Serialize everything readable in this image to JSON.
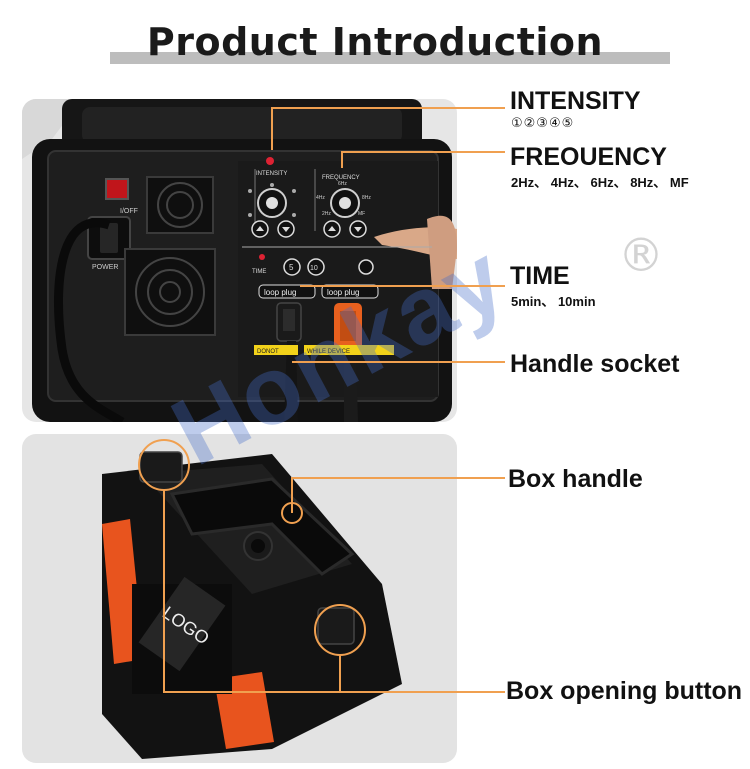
{
  "heading": "Product Introduction",
  "callouts": {
    "intensity": {
      "title": "INTENSITY",
      "detail": "①②③④⑤"
    },
    "frequency": {
      "title": "FREOUENCY",
      "detail": "2Hz、 4Hz、 6Hz、 8Hz、 MF"
    },
    "time": {
      "title": "TIME",
      "detail": "5min、 10min"
    },
    "handle_socket": "Handle socket",
    "box_handle": "Box handle",
    "box_opening_button": "Box opening button"
  },
  "device_panel": {
    "switch_label": "I/OFF",
    "power_label": "POWER",
    "intensity_label": "INTENSITY",
    "frequency_label": "FREQUENCY",
    "freq_6": "6Hz",
    "freq_4": "4Hz",
    "freq_8": "8Hz",
    "freq_2": "2Hz",
    "freq_mf": "MF",
    "time_label": "TIME",
    "time_5": "5",
    "time_10": "10",
    "loop_plug_1": "loop plug",
    "loop_plug_2": "loop plug",
    "warning_left": "DONOT",
    "warning_right": "WHILE DEVICE"
  },
  "box_logo": "LOGO",
  "watermark": "Honkay",
  "registered_mark": "®",
  "colors": {
    "callout_line": "#f0a050",
    "title_bar": "#bdbdbd",
    "panel": "#1b1b1b",
    "accent_orange": "#e8601e"
  }
}
